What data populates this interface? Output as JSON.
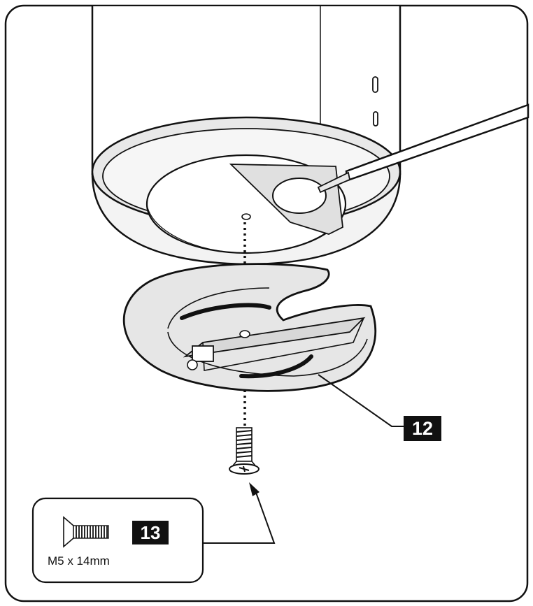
{
  "callouts": {
    "bracket_label": "12",
    "screw_label": "13"
  },
  "hardware": {
    "screw_spec": "M5 x 14mm"
  },
  "colors": {
    "ink": "#111111",
    "paper": "#ffffff",
    "shade": "#e8e8e8",
    "light_shade": "#f3f3f3"
  }
}
